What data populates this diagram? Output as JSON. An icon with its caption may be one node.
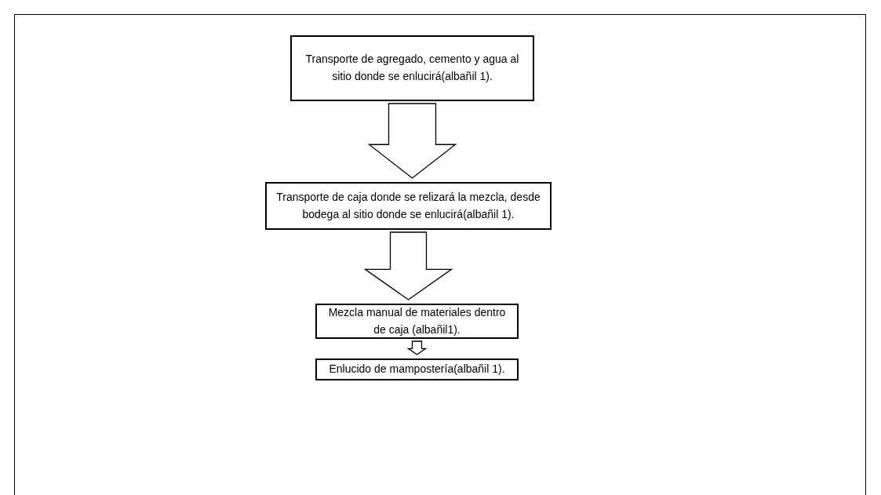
{
  "diagram": {
    "nodes": [
      {
        "text": [
          "Transporte de agregado, cemento y agua al sitio donde se enlucirá(albañil 1)."
        ]
      },
      {
        "text": [
          "Transporte de caja donde se relizará la mezcla, desde bodega al sitio donde se enlucirá(albañil 1)."
        ]
      },
      {
        "text": [
          "Mezcla manual de materiales dentro de caja (albañil1)."
        ]
      },
      {
        "text": [
          "Enlucido de mampostería(albañil 1)."
        ]
      }
    ],
    "edges": [
      {
        "from": 0,
        "to": 1,
        "arrow": "to"
      },
      {
        "from": 1,
        "to": 2,
        "arrow": "to"
      },
      {
        "from": 2,
        "to": 3,
        "arrow": "to"
      }
    ]
  }
}
